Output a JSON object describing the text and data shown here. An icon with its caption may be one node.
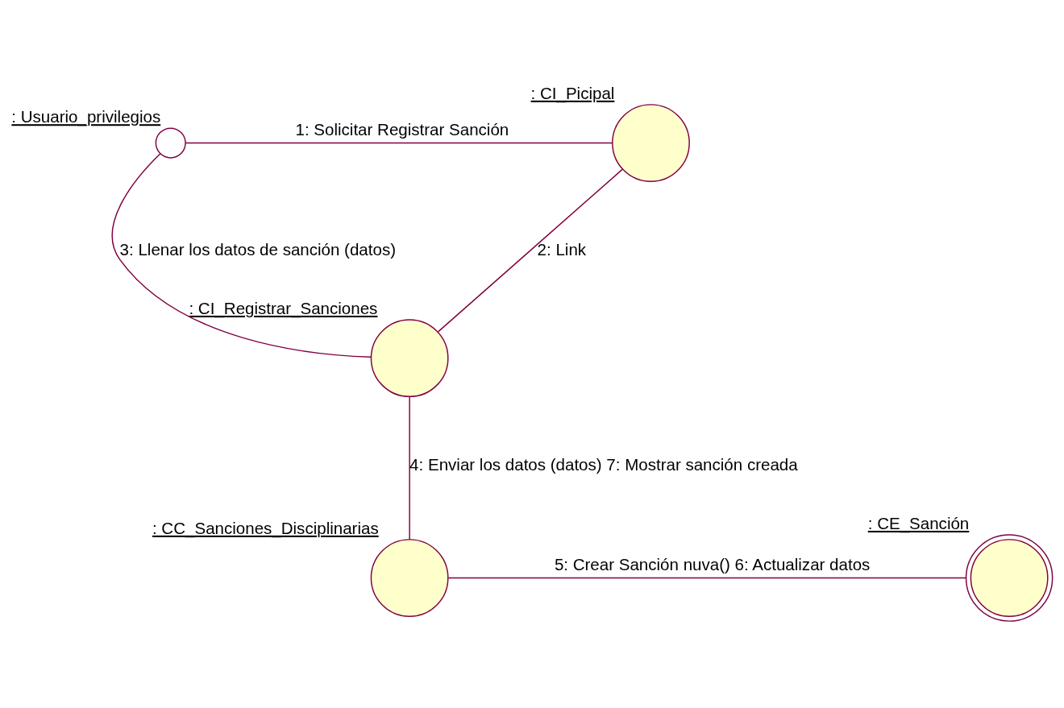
{
  "diagram": {
    "nodes": [
      {
        "text": [
          ": Usuario_privilegios"
        ]
      },
      {
        "text": [
          ": CI_Picipal"
        ]
      },
      {
        "text": [
          ": CI_Registrar_Sanciones"
        ]
      },
      {
        "text": [
          ": CC_Sanciones_Disciplinarias"
        ]
      },
      {
        "text": [
          ": CE_Sanción"
        ]
      }
    ],
    "edges": [
      {
        "from": 0,
        "to": 1,
        "arrow": "none",
        "label": "1: Solicitar Registrar Sanción"
      },
      {
        "from": 1,
        "to": 2,
        "arrow": "none",
        "label": "2: Link"
      },
      {
        "from": 0,
        "to": 2,
        "arrow": "none",
        "label": "3: Llenar los datos de sanción (datos)"
      },
      {
        "from": 2,
        "to": 3,
        "arrow": "none",
        "label": "4: Enviar los datos (datos) 7: Mostrar sanción creada"
      },
      {
        "from": 3,
        "to": 4,
        "arrow": "none",
        "label": "5: Crear Sanción nuva() 6: Actualizar datos"
      }
    ]
  }
}
